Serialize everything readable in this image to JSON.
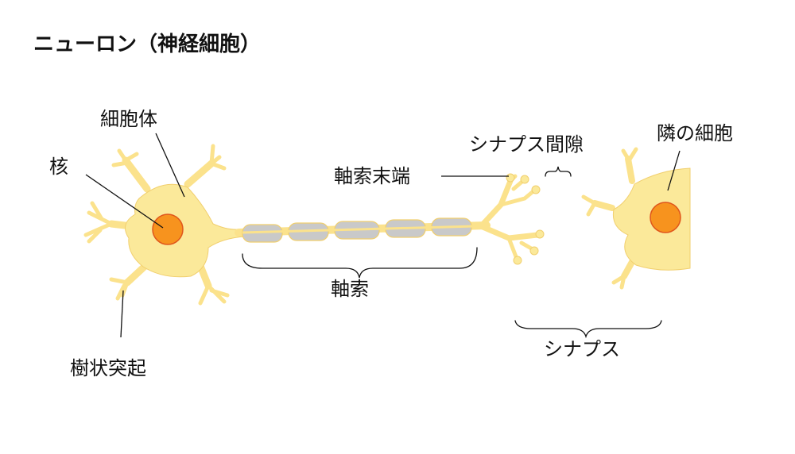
{
  "title": "ニューロン（神経細胞）",
  "labels": {
    "soma": "細胞体",
    "nucleus": "核",
    "dendrite": "樹状突起",
    "axon": "軸索",
    "axon_terminal": "軸索末端",
    "synaptic_cleft": "シナプス間隙",
    "adjacent_cell": "隣の細胞",
    "synapse": "シナプス"
  },
  "colors": {
    "cell_body": "#fbe99a",
    "cell_outline": "#f1cf6e",
    "nucleus": "#f7931e",
    "nucleus_outline": "#e0561b",
    "myelin": "#c9c9c9",
    "text": "#111111"
  }
}
